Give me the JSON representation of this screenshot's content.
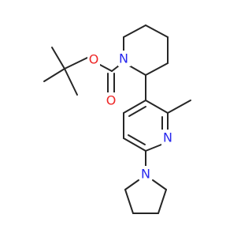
{
  "molecule": {
    "atoms": {
      "n_piperidine": {
        "symbol": "N",
        "color": "#2727ee"
      },
      "o_ester": {
        "symbol": "O",
        "color": "#ee2727"
      },
      "o_carbonyl": {
        "symbol": "O",
        "color": "#ee2727"
      },
      "n_pyridine": {
        "symbol": "N",
        "color": "#2727ee"
      },
      "n_pyrrolidine": {
        "symbol": "N",
        "color": "#2727ee"
      }
    },
    "bond_color": "#262626",
    "background": "#ffffff"
  }
}
